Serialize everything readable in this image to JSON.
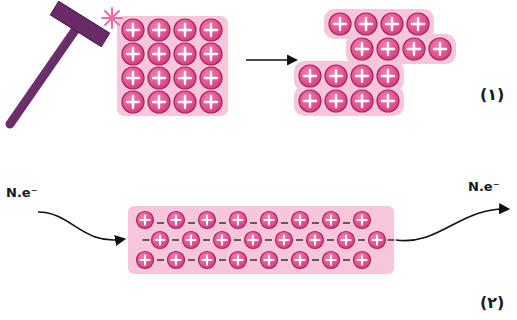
{
  "diagram": {
    "labels": [
      "N.e⁻",
      "N.e⁻",
      "(۱)",
      "(۲)"
    ]
  }
}
